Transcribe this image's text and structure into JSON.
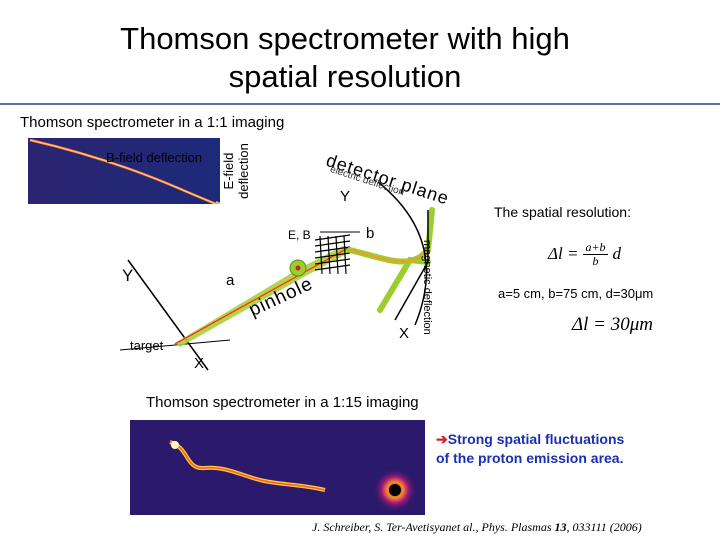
{
  "title_line1": "Thomson spectrometer with high",
  "title_line2": "spatial resolution",
  "subtitle_1to1": "Thomson spectrometer in a 1:1 imaging",
  "bfield_label": "B-field deflection",
  "efield_label": "E-field deflection",
  "diagram": {
    "detector_plane": "detector plane",
    "electric_deflection": "electric deflection",
    "magnetic_deflection": "magnetic deflection",
    "y_upper": "Y",
    "eb": "E, B",
    "b": "b",
    "y_left": "Y",
    "a": "a",
    "pinhole": "pinhole",
    "target": "target",
    "x_right": "X",
    "x_bottom": "X"
  },
  "spatial_resolution_label": "The spatial resolution:",
  "formula1": {
    "lhs": "Δl =",
    "num": "a+b",
    "den": "b",
    "rhs": "d"
  },
  "params": "a=5 cm, b=75 cm, d=30μm",
  "formula2": {
    "lhs": "Δl = 30",
    "unit": "μm"
  },
  "subtitle_1to15": "Thomson spectrometer in a 1:15 imaging",
  "strong_note": "Strong spatial fluctuations of the proton emission area.",
  "arrow_glyph": "➔",
  "citation": {
    "authors": "J. Schreiber, S. Ter-Avetisyanet al., Phys. Plasmas ",
    "volume": "13",
    "rest": ", 033111 (2006)"
  }
}
